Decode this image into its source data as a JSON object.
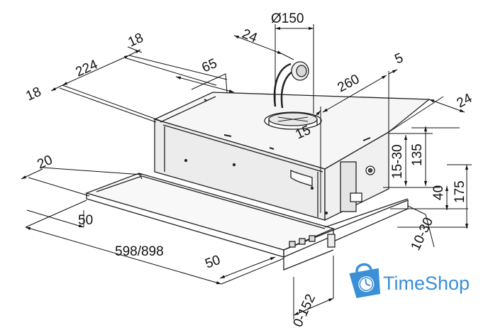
{
  "dimensions": {
    "d150": "Ø150",
    "d24_top": "24",
    "d18_top": "18",
    "d224": "224",
    "d18_left": "18",
    "d65": "65",
    "d260": "260",
    "d5": "5",
    "d24_right": "24",
    "d15": "15",
    "d15_30": "15-30",
    "d135": "135",
    "d40": "40",
    "d175": "175",
    "d20": "20",
    "d50_left": "50",
    "d598_898": "598/898",
    "d50_bottom": "50",
    "d10_30": "10-30",
    "d0_152": "0-152"
  },
  "logo": {
    "text": "TimeShop",
    "icon": "shopping-bag-clock-icon",
    "color": "#3a8fd6"
  },
  "colors": {
    "line": "#222222",
    "dim_line": "#111111",
    "hood_face": "#f4f4f4",
    "hood_shade": "#e6e6e6"
  }
}
